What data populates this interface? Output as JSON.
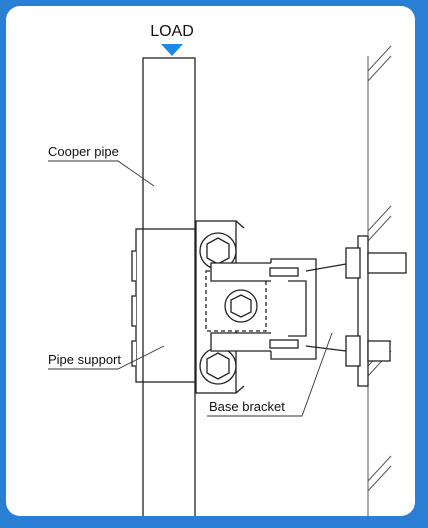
{
  "diagram": {
    "load_label": "LOAD",
    "labels": {
      "pipe": "Cooper pipe",
      "support": "Pipe support",
      "bracket": "Base bracket"
    },
    "colors": {
      "frame": "#2a7fd4",
      "arrow": "#1e88e5",
      "line": "#222222"
    }
  }
}
